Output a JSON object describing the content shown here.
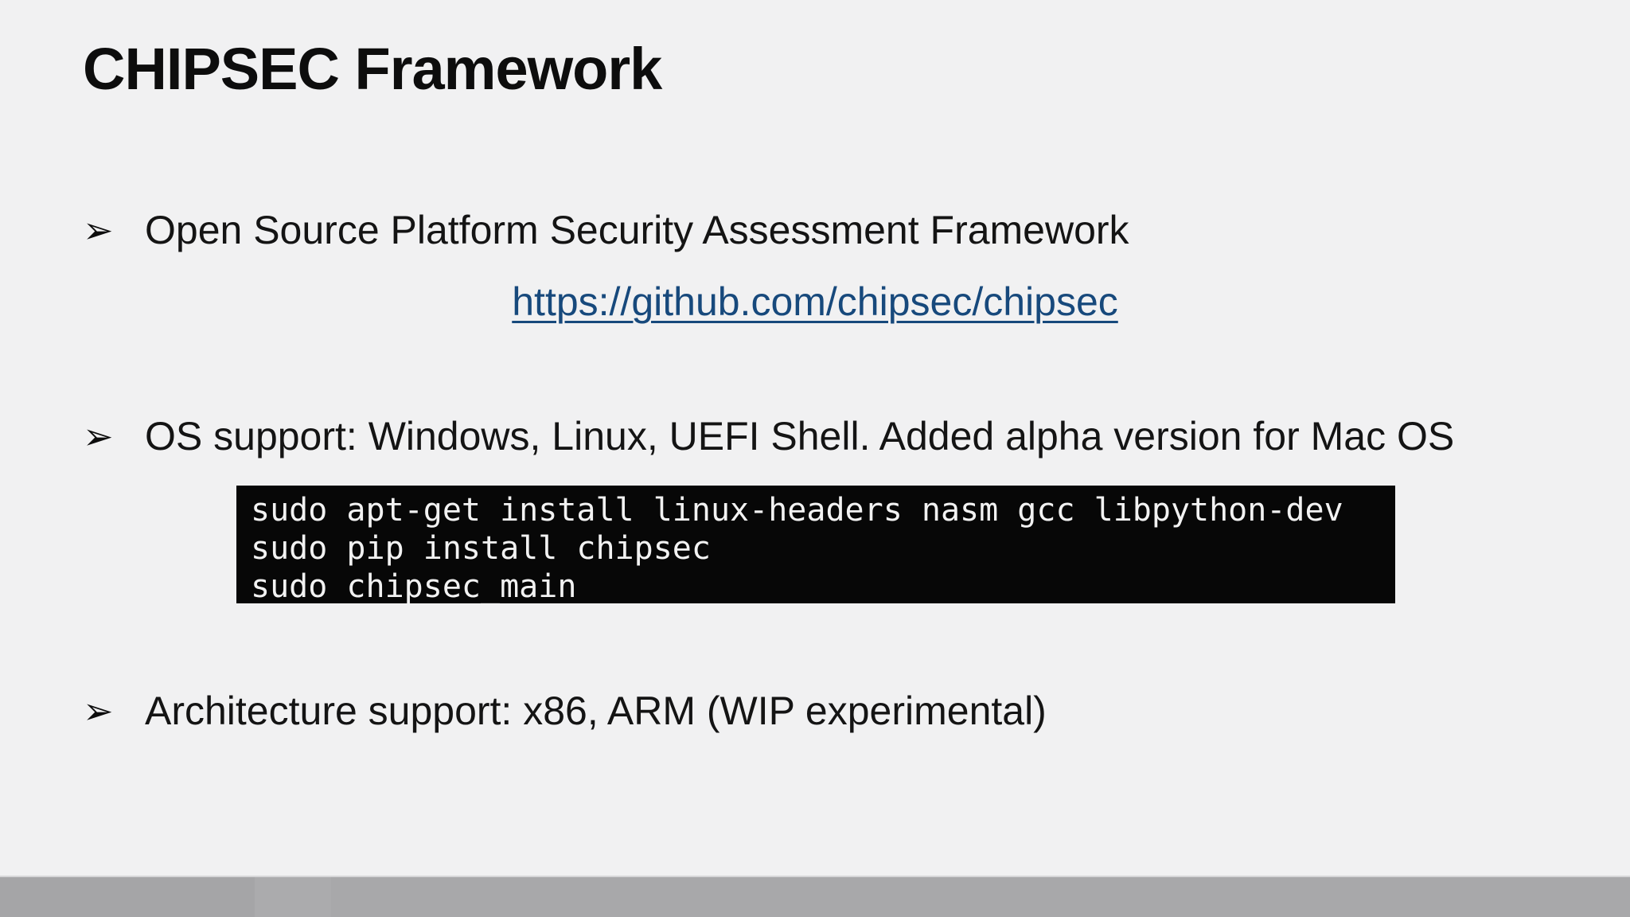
{
  "slide": {
    "title": "CHIPSEC Framework",
    "bullet_glyph": "➢",
    "bullets": [
      {
        "text": "Open Source Platform Security Assessment Framework"
      },
      {
        "text": "OS support: Windows, Linux, UEFI Shell. Added alpha version for Mac OS"
      },
      {
        "text": "Architecture support: x86, ARM (WIP experimental)"
      }
    ],
    "link": {
      "text": "https://github.com/chipsec/chipsec"
    },
    "code": {
      "lines": [
        "sudo apt-get install linux-headers nasm gcc libpython-dev",
        "sudo pip install chipsec",
        "sudo chipsec_main"
      ]
    },
    "colors": {
      "background": "#f1f1f2",
      "title_text": "#0d0d0d",
      "body_text": "#141414",
      "link": "#17497c",
      "code_background": "#070707",
      "code_text": "#f2f2f2",
      "footer_bar": "#a8a8aa"
    }
  }
}
